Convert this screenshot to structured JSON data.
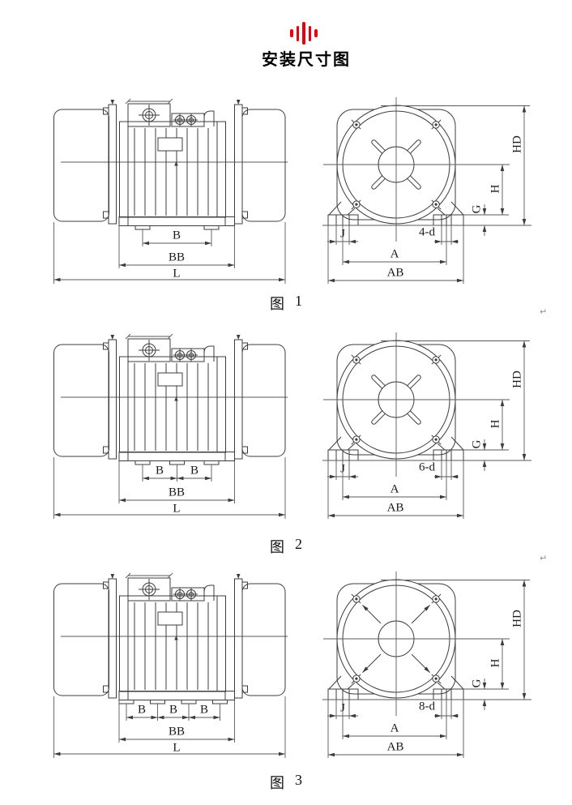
{
  "page": {
    "title": "安装尺寸图"
  },
  "logo": {
    "icon": "red-vertical-bars-logo",
    "color": "#e8000f"
  },
  "colors": {
    "line": "#3c3c3c",
    "dimension": "#5a5a5a",
    "accent": "#e8000f"
  },
  "paragraph_marks": [
    "↵",
    "↵"
  ],
  "figures": [
    {
      "caption_prefix": "图",
      "caption_number": "1",
      "labels": {
        "b": [
          "B"
        ],
        "bb": "BB",
        "l": "L",
        "j": "J",
        "holes": "4-d",
        "a": "A",
        "ab": "AB",
        "hd": "HD",
        "h": "H",
        "g": "G"
      }
    },
    {
      "caption_prefix": "图",
      "caption_number": "2",
      "labels": {
        "b": [
          "B",
          "B"
        ],
        "bb": "BB",
        "l": "L",
        "j": "J",
        "holes": "6-d",
        "a": "A",
        "ab": "AB",
        "hd": "HD",
        "h": "H",
        "g": "G"
      }
    },
    {
      "caption_prefix": "图",
      "caption_number": "3",
      "labels": {
        "b": [
          "B",
          "B",
          "B"
        ],
        "bb": "BB",
        "l": "L",
        "j": "J",
        "holes": "8-d",
        "a": "A",
        "ab": "AB",
        "hd": "HD",
        "h": "H",
        "g": "G"
      }
    }
  ]
}
